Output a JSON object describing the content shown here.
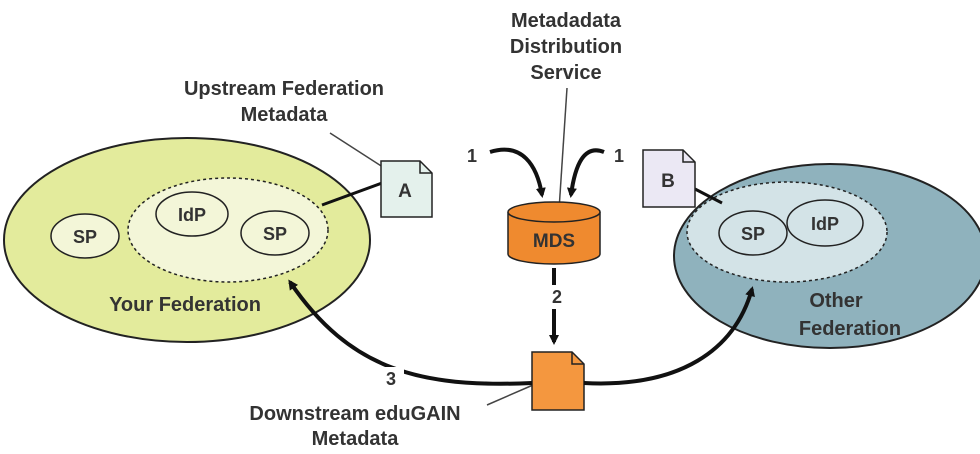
{
  "labels": {
    "mds_title_line1": "Metadadata",
    "mds_title_line2": "Distribution",
    "mds_title_line3": "Service",
    "upstream_line1": "Upstream Federation",
    "upstream_line2": "Metadata",
    "downstream_line1": "Downstream eduGAIN",
    "downstream_line2": "Metadata",
    "mds": "MDS",
    "doc_a": "A",
    "doc_b": "B",
    "step1_left": "1",
    "step1_right": "1",
    "step2": "2",
    "step3": "3"
  },
  "your_federation": {
    "label": "Your Federation",
    "sp_outer": "SP",
    "idp": "IdP",
    "sp_inner": "SP"
  },
  "other_federation": {
    "label_line1": "Other",
    "label_line2": "Federation",
    "sp": "SP",
    "idp": "IdP"
  },
  "colors": {
    "your_federation_fill": "#e3eb9c",
    "your_federation_inner": "#f3f6d8",
    "other_federation_fill": "#8fb2bd",
    "other_federation_inner": "#d3e3e7",
    "mds_fill": "#ef8a2f",
    "doc_a_fill": "#e4f1ec",
    "doc_b_fill": "#ebe8f4",
    "doc_downstream_fill": "#f4973f"
  }
}
